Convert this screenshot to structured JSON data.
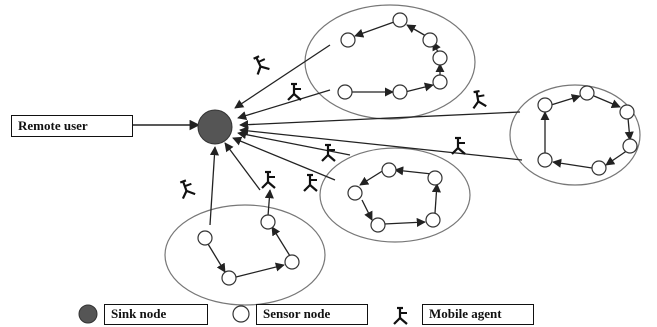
{
  "labels": {
    "remote_user": "Remote user"
  },
  "legend": {
    "sink_node": "Sink node",
    "sensor_node": "Sensor node",
    "mobile_agent": "Mobile agent"
  },
  "colors": {
    "sink": "#555555",
    "line": "#222222",
    "cluster": "#777777",
    "sensor_fill": "#ffffff"
  },
  "icons": {
    "agent": "mobile-agent-icon"
  }
}
